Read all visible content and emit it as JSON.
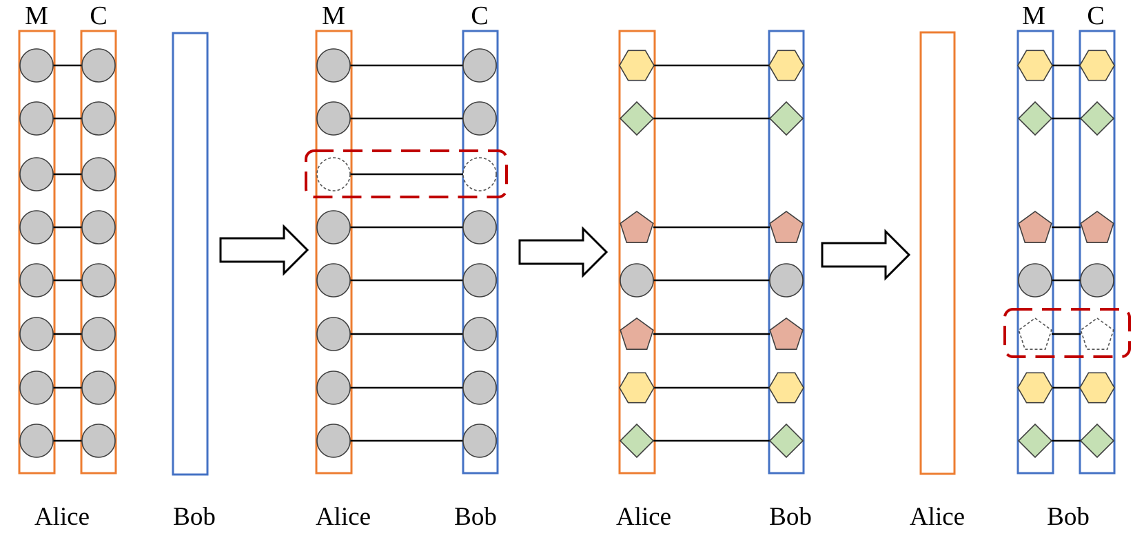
{
  "colors": {
    "alice_box": "#ED7D31",
    "bob_box": "#4472C4",
    "highlight": "#C00000",
    "node_fill": "#C8C8C8",
    "hexagon_fill": "#FFE699",
    "diamond_fill": "#C5E0B4",
    "pentagon_fill": "#E6AE9C",
    "outline": "#404040"
  },
  "panels": [
    {
      "column_labels": {
        "left": "M",
        "right": "C"
      },
      "names": {
        "left": "Alice",
        "right": "Bob"
      },
      "pairs": [
        "circle",
        "circle",
        "circle",
        "circle",
        "circle",
        "circle",
        "circle",
        "circle"
      ],
      "highlighted_row": null
    },
    {
      "column_labels": {
        "left": "M",
        "right": "C"
      },
      "names": {
        "left": "Alice",
        "right": "Bob"
      },
      "pairs": [
        "circle",
        "circle",
        "circle-dashed",
        "circle",
        "circle",
        "circle",
        "circle",
        "circle"
      ],
      "highlighted_row": 3
    },
    {
      "column_labels": {
        "left": "",
        "right": ""
      },
      "names": {
        "left": "Alice",
        "right": "Bob"
      },
      "pairs": [
        "hexagon",
        "diamond",
        "empty",
        "pentagon",
        "circle",
        "pentagon",
        "hexagon",
        "diamond"
      ],
      "highlighted_row": null
    },
    {
      "column_labels": {
        "left": "M",
        "right": "C"
      },
      "names": {
        "left": "Alice",
        "right": "Bob"
      },
      "pairs": [
        "hexagon",
        "diamond",
        "empty",
        "pentagon",
        "circle",
        "pentagon-dashed",
        "hexagon",
        "diamond"
      ],
      "highlighted_row": 6
    }
  ],
  "arrows": 3
}
